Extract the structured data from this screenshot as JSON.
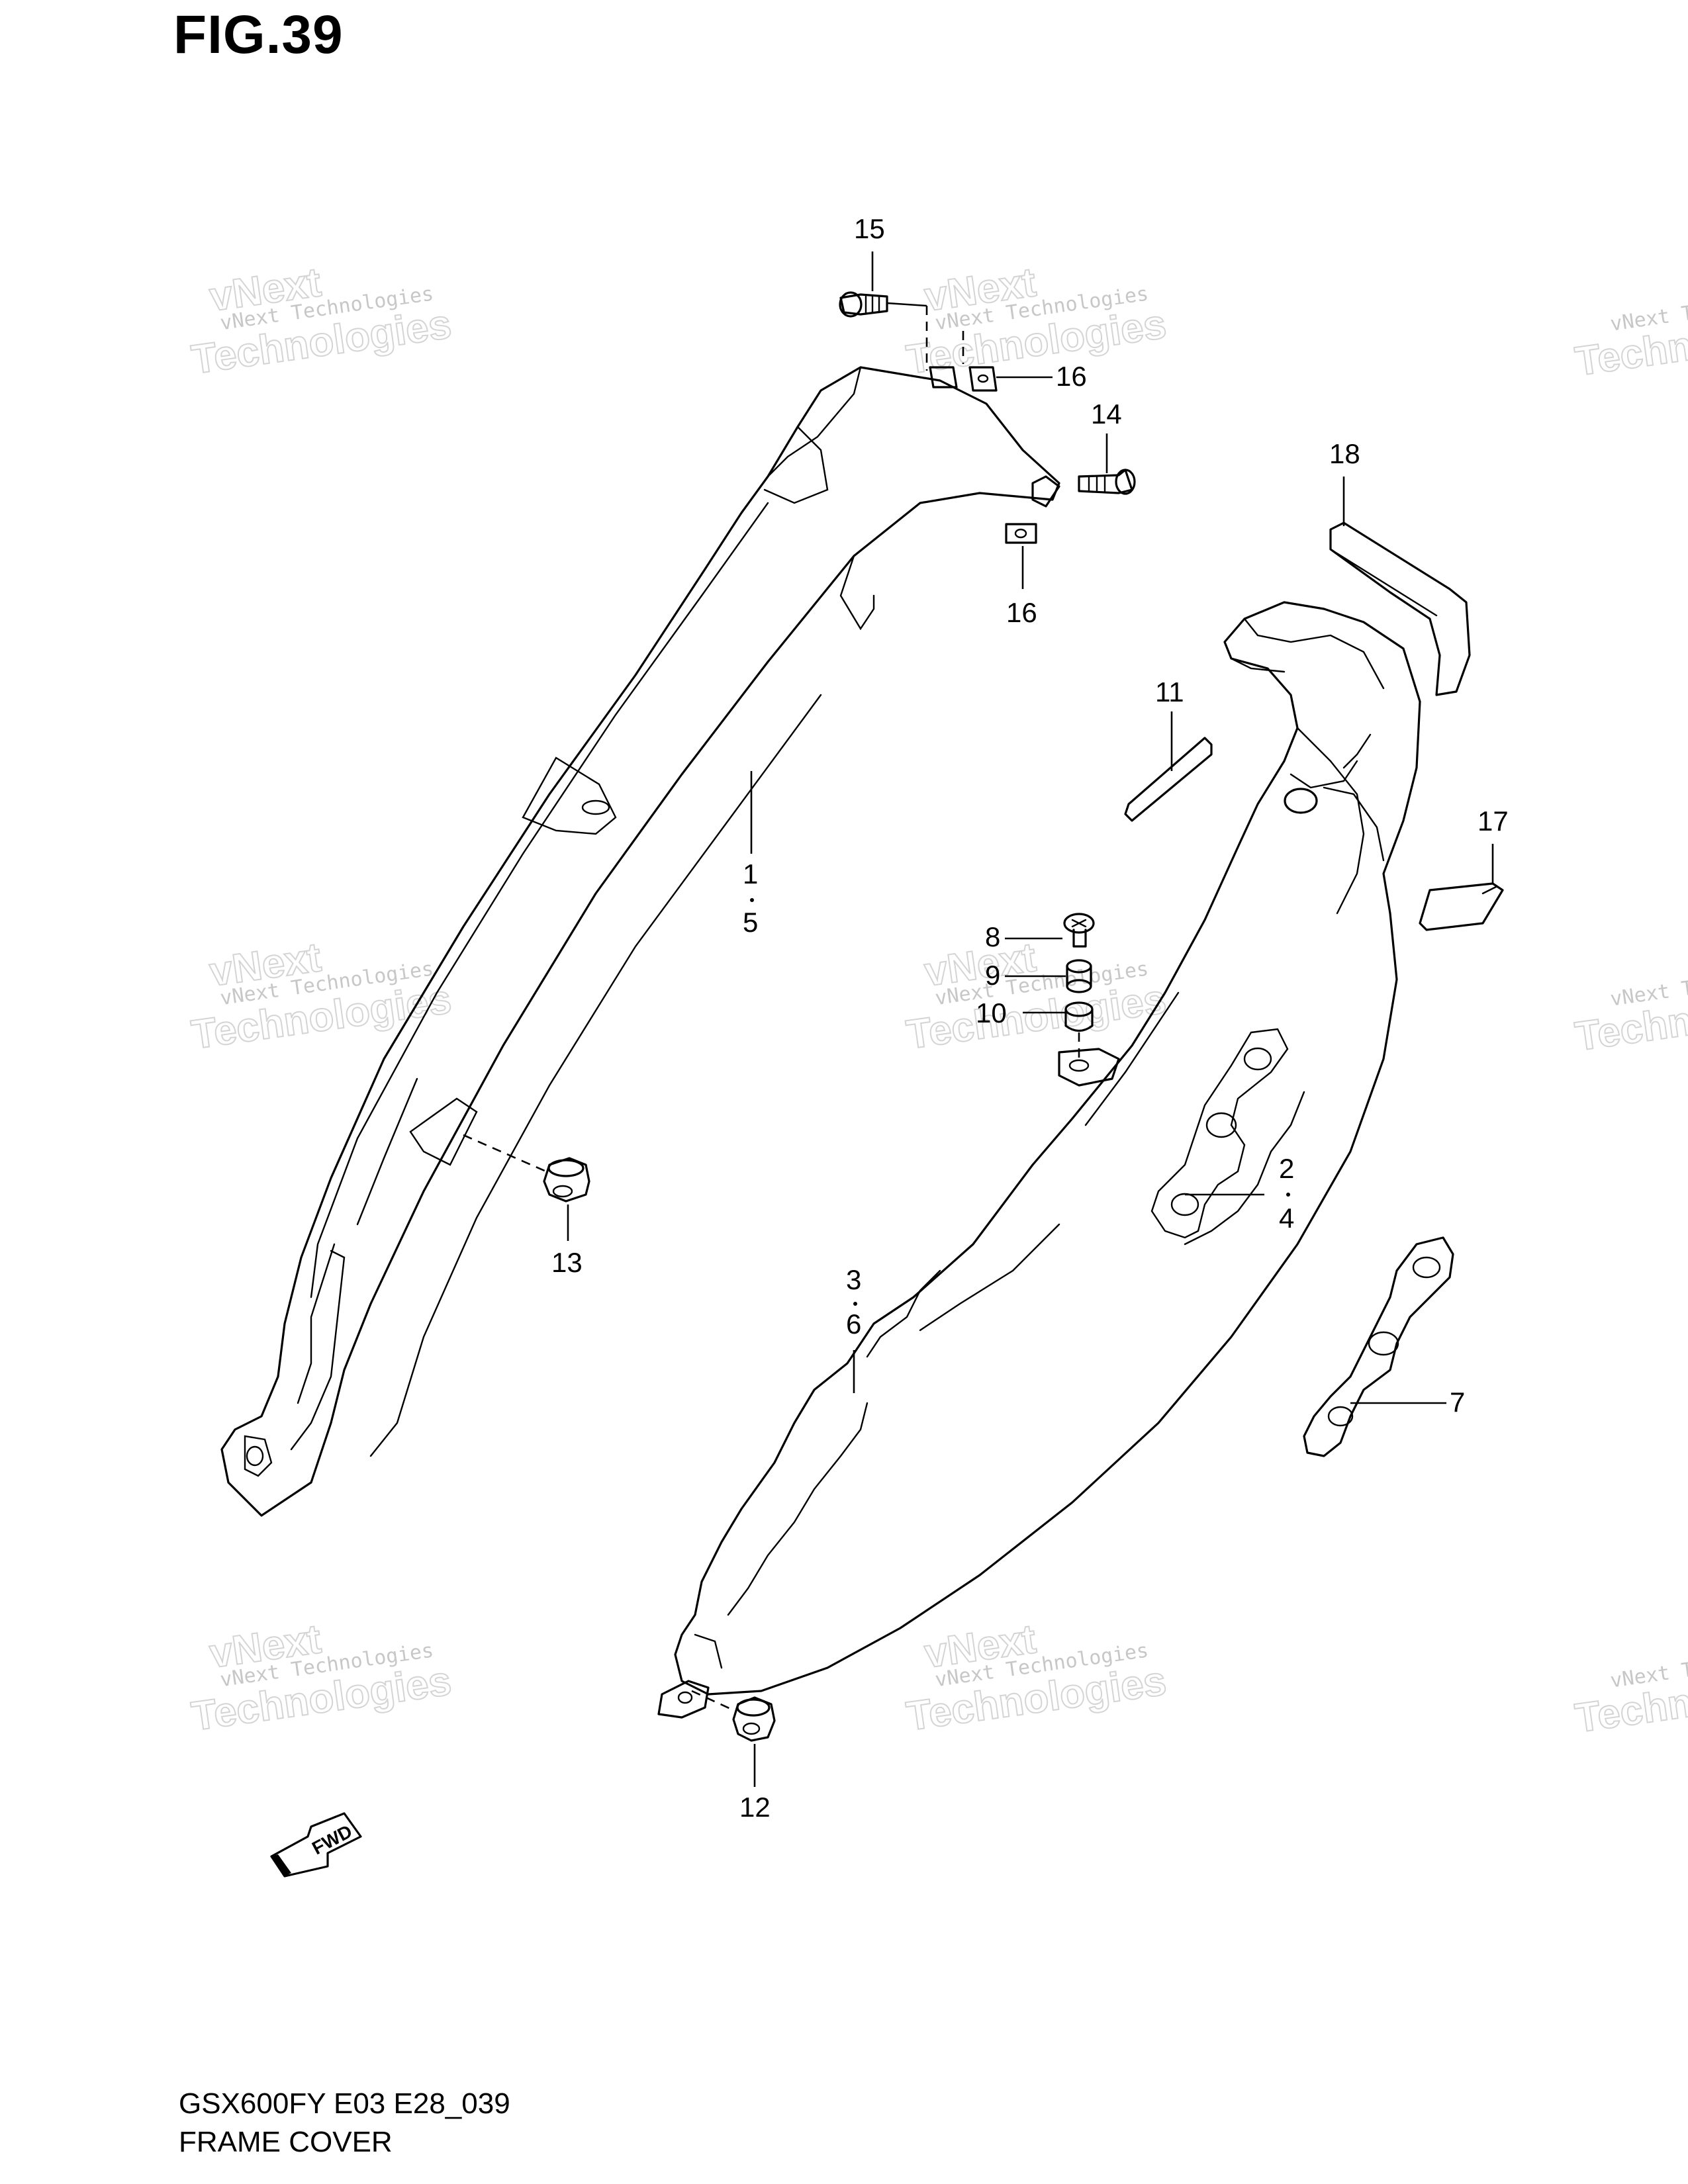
{
  "figure": {
    "title": "FIG.39"
  },
  "footer": {
    "model_code": "GSX600FY E03 E28_039",
    "caption": "FRAME COVER"
  },
  "fwd_label": "FWD",
  "watermark": {
    "line1": "vNext Technologies",
    "line2": "vNext",
    "line3": "Technologies"
  },
  "callouts": {
    "c15": "15",
    "c16a": "16",
    "c14": "14",
    "c16b": "16",
    "c18": "18",
    "c11": "11",
    "c1": "1",
    "c5": "5",
    "c17": "17",
    "c8": "8",
    "c9": "9",
    "c10": "10",
    "c2": "2",
    "c4": "4",
    "c13": "13",
    "c3": "3",
    "c6": "6",
    "c7": "7",
    "c12": "12"
  },
  "colors": {
    "line": "#000000",
    "watermark": "#9a9a9a",
    "background": "#ffffff"
  }
}
